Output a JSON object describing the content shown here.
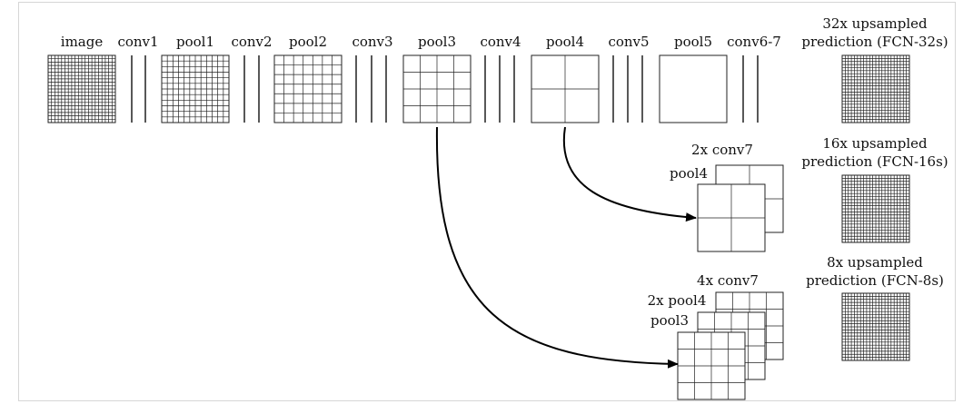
{
  "layer_labels": {
    "image": "image",
    "conv1": "conv1",
    "pool1": "pool1",
    "conv2": "conv2",
    "pool2": "pool2",
    "conv3": "conv3",
    "pool3": "pool3",
    "conv4": "conv4",
    "pool4": "pool4",
    "conv5": "conv5",
    "pool5": "pool5",
    "conv6_7": "conv6-7"
  },
  "predictions": {
    "fcn32_line1": "32x upsampled",
    "fcn32_line2": "prediction (FCN-32s)",
    "fcn16_line1": "16x upsampled",
    "fcn16_line2": "prediction (FCN-16s)",
    "fcn8_line1": "8x upsampled",
    "fcn8_line2": "prediction (FCN-8s)"
  },
  "fusion16": {
    "top": "2x conv7",
    "front": "pool4"
  },
  "fusion8": {
    "top": "4x conv7",
    "middle": "2x pool4",
    "front": "pool3"
  },
  "colors": {
    "line": "#222222",
    "arrow": "#000000",
    "frame_border": "#d6d6d6"
  }
}
